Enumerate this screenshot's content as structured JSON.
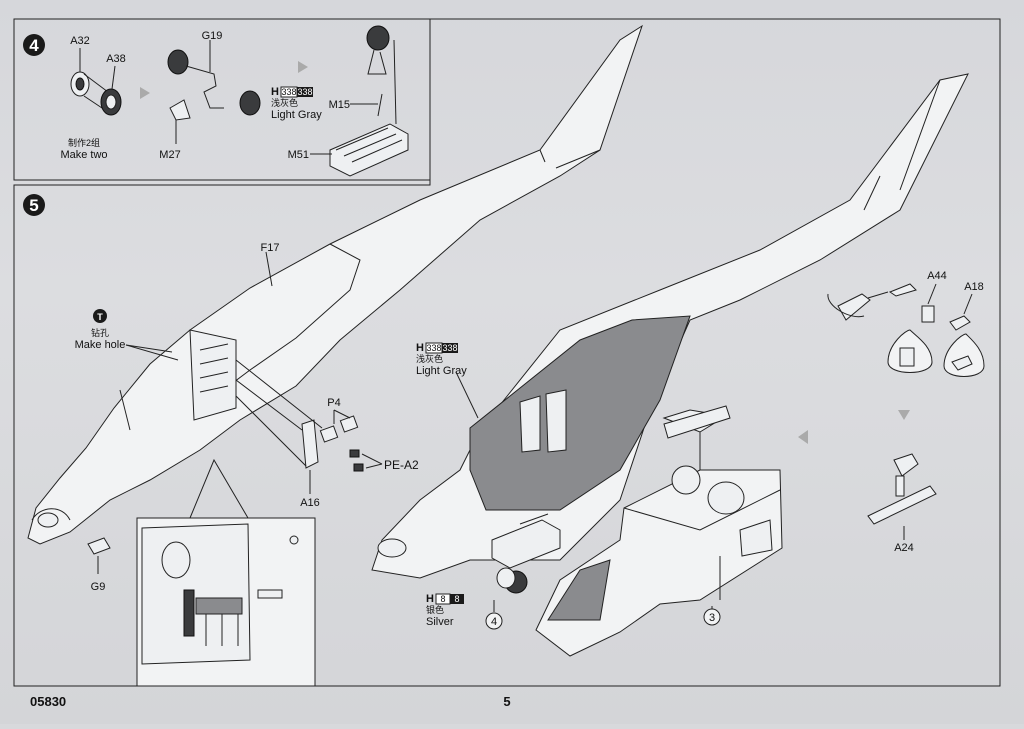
{
  "page": {
    "code": "05830",
    "number": "5"
  },
  "step4": {
    "step_number": "4",
    "parts": {
      "a32": "A32",
      "a38": "A38",
      "g19": "G19",
      "m27": "M27",
      "m15": "M15",
      "m51": "M51"
    },
    "make_two_cn": "制作2组",
    "make_two_en": "Make two",
    "paint": {
      "prefix": "H",
      "code_a": "338",
      "code_b": "338",
      "name_cn": "浅灰色",
      "name_en": "Light Gray"
    }
  },
  "step5": {
    "step_number": "5",
    "parts": {
      "f17": "F17",
      "p4": "P4",
      "pe_a2": "PE-A2",
      "a16": "A16",
      "g9": "G9",
      "a44": "A44",
      "a18": "A18",
      "a24": "A24"
    },
    "drill": {
      "symbol": "T",
      "label_cn": "钻孔",
      "label_en": "Make hole"
    },
    "paint_gray": {
      "prefix": "H",
      "code_a": "338",
      "code_b": "338",
      "name_cn": "浅灰色",
      "name_en": "Light Gray"
    },
    "paint_silver": {
      "prefix": "H",
      "code_a": "8",
      "code_b": "8",
      "name_cn": "银色",
      "name_en": "Silver"
    },
    "refs": {
      "ref4": "4",
      "ref3": "3"
    }
  }
}
